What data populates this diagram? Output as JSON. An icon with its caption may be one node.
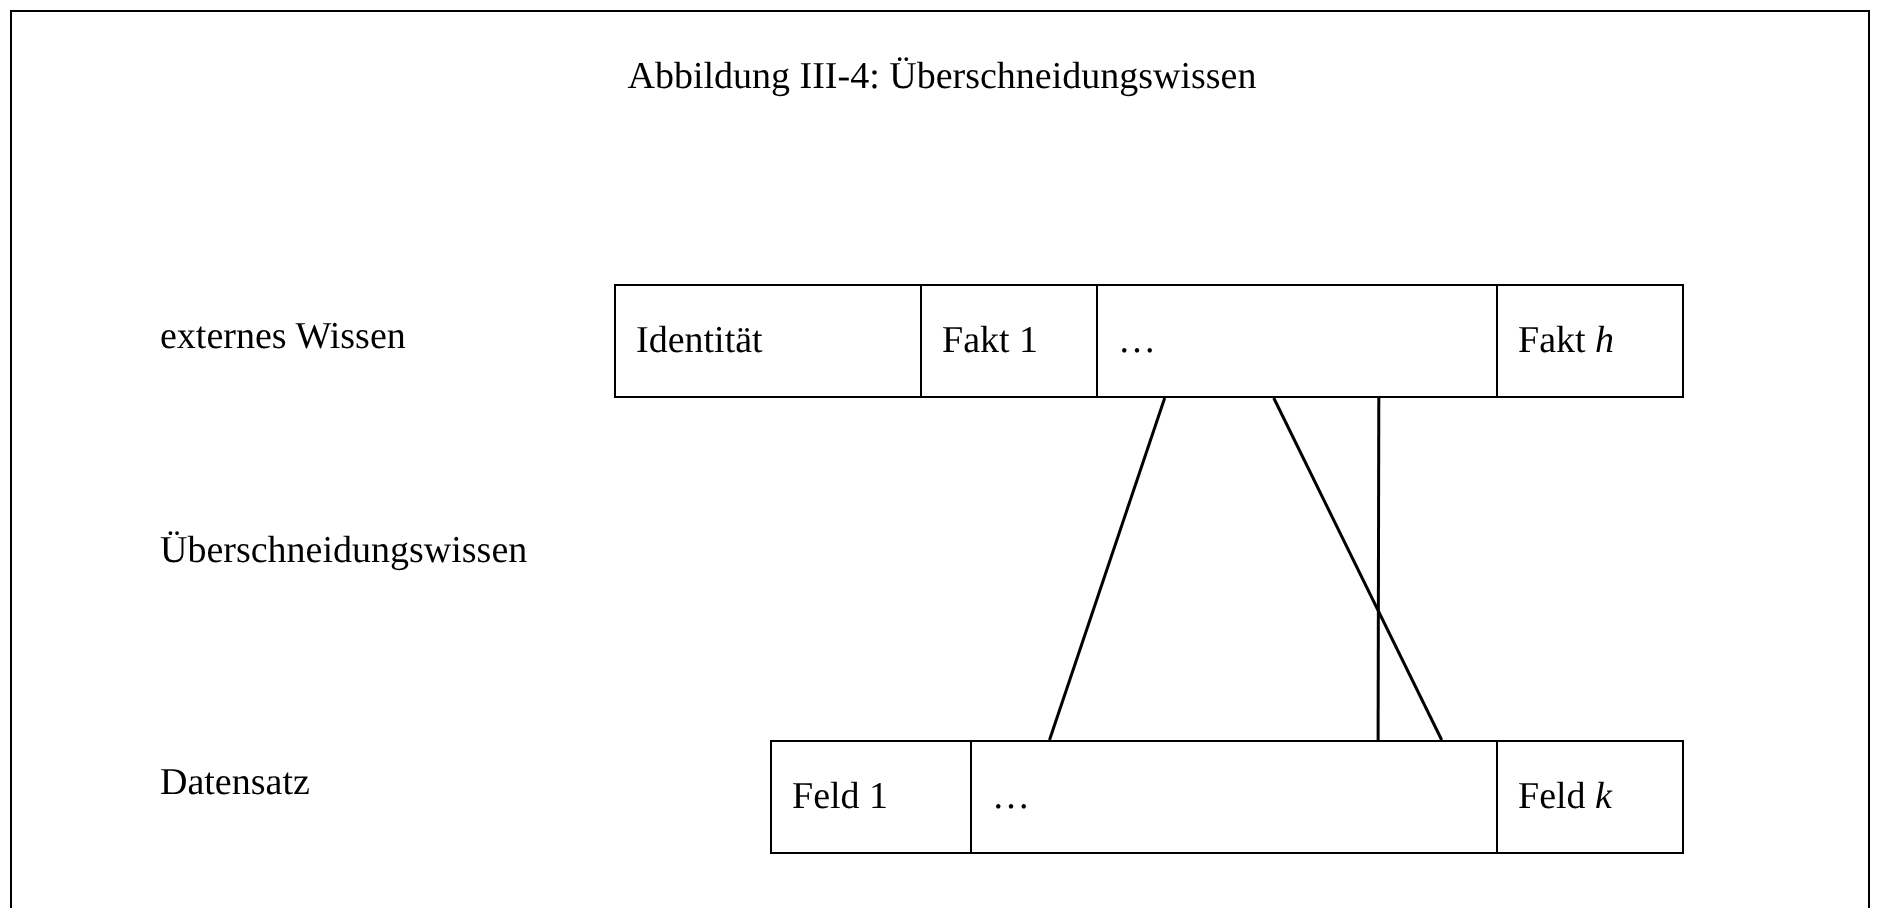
{
  "diagram": {
    "title": "Abbildung III-4: Überschneidungswissen",
    "nodes": [
      {
        "text": [
          "Identität"
        ]
      },
      {
        "text": [
          "Fakt 1"
        ]
      },
      {
        "text": [
          "…"
        ]
      },
      {
        "text": [
          "Fakt *h*"
        ]
      },
      {
        "text": [
          "Feld 1"
        ]
      },
      {
        "text": [
          "…"
        ]
      },
      {
        "text": [
          "Feld *k*"
        ]
      }
    ],
    "edges": [
      {
        "from": 2,
        "to": 5,
        "arrow": "none"
      },
      {
        "from": 2,
        "to": 5,
        "arrow": "none"
      },
      {
        "from": 2,
        "to": 5,
        "arrow": "none"
      }
    ],
    "labels": [
      "externes Wissen",
      "Überschneidungswissen",
      "Datensatz"
    ]
  }
}
